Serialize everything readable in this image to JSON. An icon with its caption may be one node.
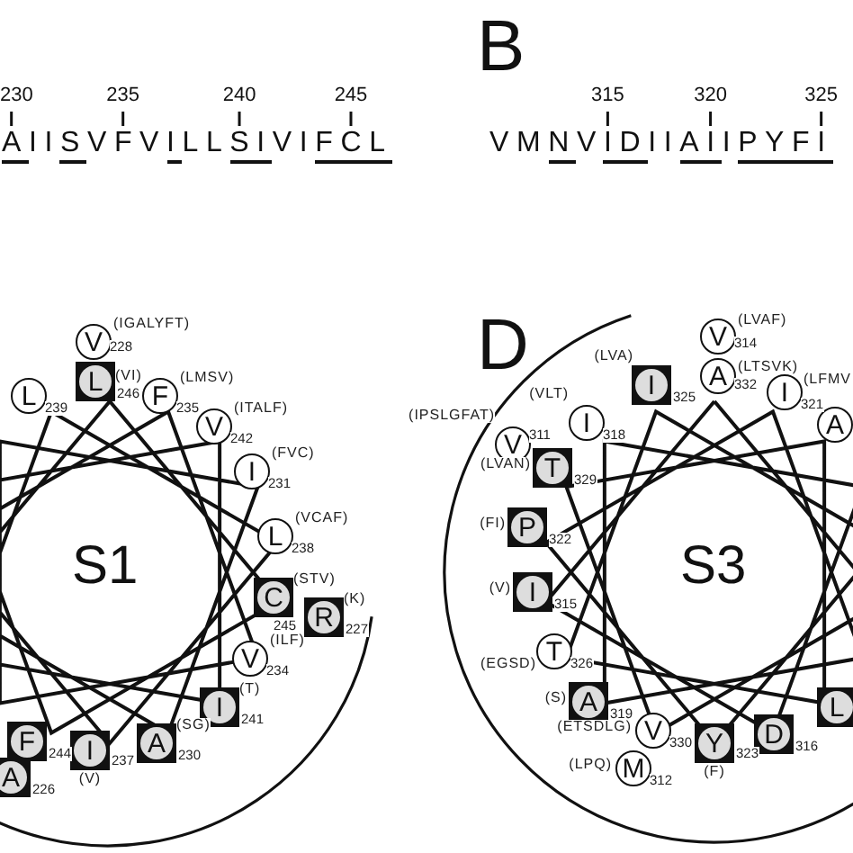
{
  "diagram": {
    "nodes": [
      {
        "text": [
          "V"
        ],
        "beside": [
          "(IGALYFT)",
          "228"
        ]
      },
      {
        "text": [
          "L"
        ],
        "beside": [
          "(VI)",
          "246"
        ]
      },
      {
        "text": [
          "L"
        ],
        "beside": [
          "239"
        ]
      },
      {
        "text": [
          "F"
        ],
        "beside": [
          "(LMSV)",
          "235"
        ]
      },
      {
        "text": [
          "V"
        ],
        "beside": [
          "(ITALF)",
          "242"
        ]
      },
      {
        "text": [
          "I"
        ],
        "beside": [
          "(FVC)",
          "231"
        ]
      },
      {
        "text": [
          "L"
        ],
        "beside": [
          "(VCAF)",
          "238"
        ]
      },
      {
        "text": [
          "C"
        ],
        "beside": [
          "(STV)",
          "245"
        ]
      },
      {
        "text": [
          "R"
        ],
        "beside": [
          "(K)",
          "227"
        ]
      },
      {
        "text": [
          "V"
        ],
        "beside": [
          "(ILF)",
          "234"
        ]
      },
      {
        "text": [
          "I"
        ],
        "beside": [
          "(T)",
          "241"
        ]
      },
      {
        "text": [
          "A"
        ],
        "beside": [
          "(SG)",
          "230"
        ]
      },
      {
        "text": [
          "I"
        ],
        "beside": [
          "(V)",
          "237"
        ]
      },
      {
        "text": [
          "F"
        ],
        "beside": [
          "244"
        ]
      },
      {
        "text": [
          "A"
        ],
        "beside": [
          "226"
        ]
      },
      {
        "text": [
          "V"
        ],
        "beside": [
          "(LVAF)",
          "314"
        ]
      },
      {
        "text": [
          "A"
        ],
        "beside": [
          "(LTSVK)",
          "332"
        ]
      },
      {
        "text": [
          "I"
        ],
        "beside": [
          "(LVA)",
          "325"
        ]
      },
      {
        "text": [
          "I"
        ],
        "beside": [
          "(LFMV",
          "321"
        ]
      },
      {
        "text": [
          "I"
        ],
        "beside": [
          "(VLT)",
          "318"
        ]
      },
      {
        "text": [
          "A"
        ]
      },
      {
        "text": [
          "V"
        ],
        "beside": [
          "(IPSLGFAT)",
          "311"
        ]
      },
      {
        "text": [
          "T"
        ],
        "beside": [
          "(LVAN)",
          "329"
        ]
      },
      {
        "text": [
          "P"
        ],
        "beside": [
          "(FI)",
          "322"
        ]
      },
      {
        "text": [
          "I"
        ],
        "beside": [
          "(V)",
          "315"
        ]
      },
      {
        "text": [
          "T"
        ],
        "beside": [
          "(EGSD)",
          "326"
        ]
      },
      {
        "text": [
          "A"
        ],
        "beside": [
          "(S)",
          "319"
        ]
      },
      {
        "text": [
          "L"
        ]
      },
      {
        "text": [
          "V"
        ],
        "beside": [
          "(ETSDLG)",
          "330"
        ]
      },
      {
        "text": [
          "D"
        ],
        "beside": [
          "316"
        ]
      },
      {
        "text": [
          "Y"
        ],
        "beside": [
          "(F)",
          "323"
        ]
      },
      {
        "text": [
          "M"
        ],
        "beside": [
          "(LPQ)",
          "312"
        ]
      }
    ],
    "labels": [
      "B",
      "230",
      "235",
      "240",
      "245",
      "AIISVFVILLSIVIFCL",
      "315",
      "320",
      "325",
      "VMNVIDIIAIIPYFI",
      "D",
      "S1",
      "S3"
    ]
  }
}
